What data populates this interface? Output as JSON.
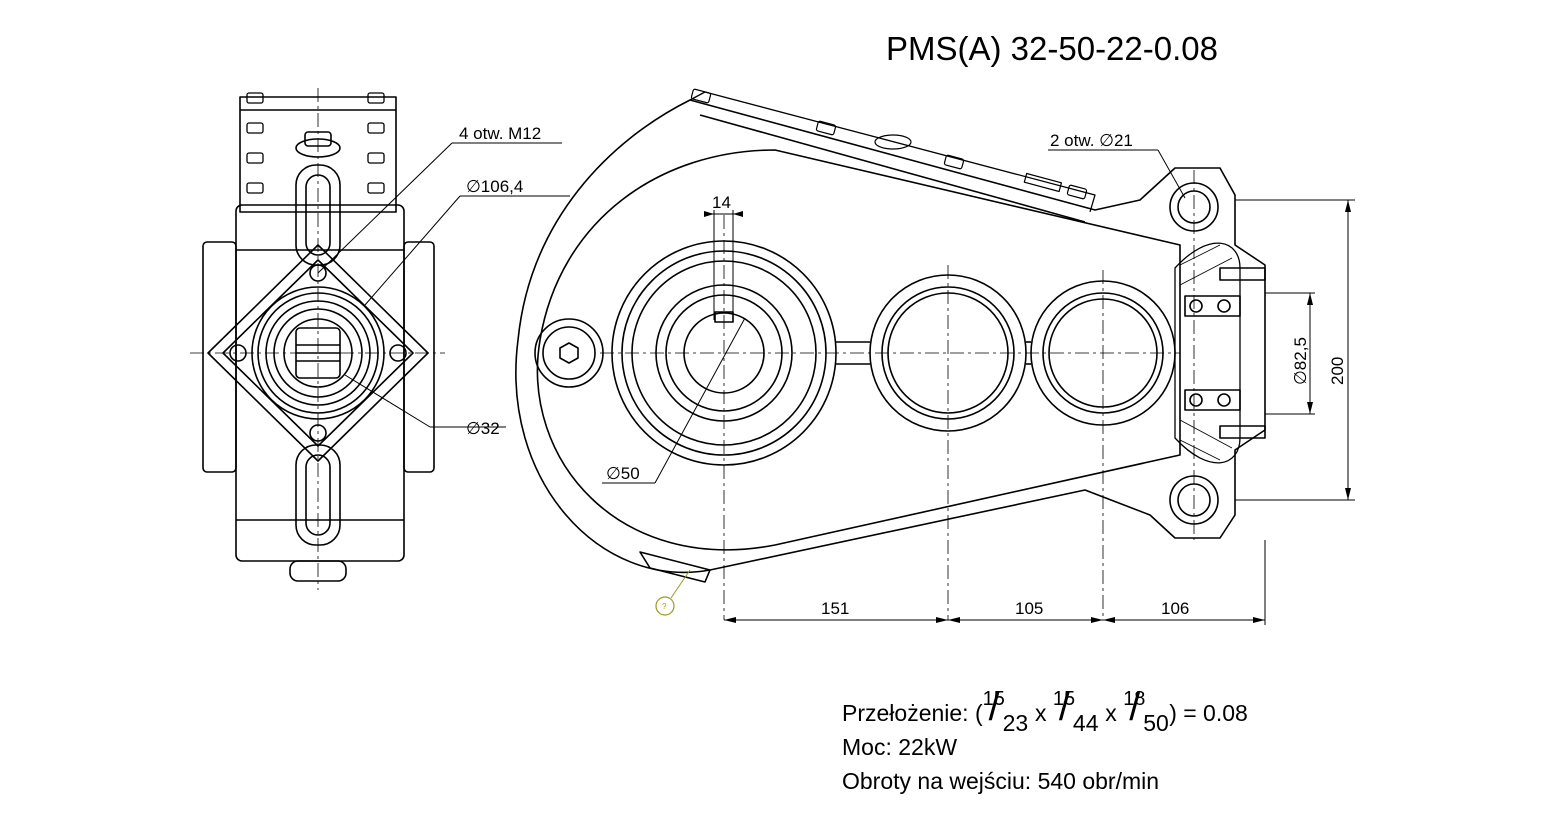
{
  "title": "PMS(A) 32-50-22-0.08",
  "labels": {
    "holes_m12": "4 otw. M12",
    "dia_106": "∅106,4",
    "dia_32": "∅32",
    "dia_50": "∅50",
    "dim_14": "14",
    "holes_21": "2 otw. ∅21",
    "dia_82": "∅82,5",
    "dim_200": "200",
    "dim_151": "151",
    "dim_105": "105",
    "dim_106": "106",
    "balloon": "?"
  },
  "specs": {
    "ratio_label": "Przełożenie: (",
    "f1_num": "15",
    "f1_den": "23",
    "x1": "x",
    "f2_num": "15",
    "f2_den": "44",
    "x2": "x",
    "f3_num": "18",
    "f3_den": "50",
    "ratio_end": ") = 0.08",
    "power": "Moc: 22kW",
    "speed": "Obroty na wejściu: 540 obr/min"
  },
  "colors": {
    "line": "#000000",
    "balloon": "#9a9a20"
  }
}
